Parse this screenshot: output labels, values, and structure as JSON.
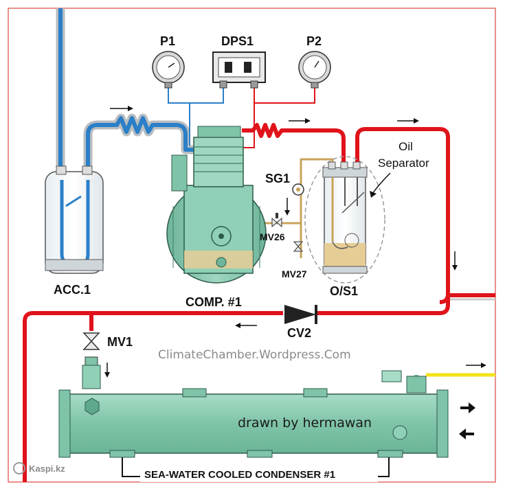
{
  "labels": {
    "p1": "P1",
    "dps1": "DPS1",
    "p2": "P2",
    "sg1": "SG1",
    "oil_separator_line1": "Oil",
    "oil_separator_line2": "Separator",
    "acc1": "ACC.1",
    "comp1": "COMP. #1",
    "mv26": "MV26",
    "mv27": "MV27",
    "os1": "O/S1",
    "cv2": "CV2",
    "mv1": "MV1",
    "watermark": "ClimateChamber.Wordpress.Com",
    "credit": "drawn by hermawan",
    "condenser": "SEA-WATER COOLED CONDENSER #1",
    "logo": "Kaspi.kz"
  },
  "colors": {
    "high_pressure_line": "#e0131b",
    "low_pressure_line": "#2a7fc8",
    "oil_line": "#c8a35a",
    "water_line": "#f2e21a",
    "equipment": "#8fd0b6",
    "equipment_dark": "#5ea88c",
    "oil": "#e6cd96",
    "border": "#d9463f"
  },
  "icons": [
    "pressure-gauge-icon",
    "flow-arrow-icon",
    "valve-icon",
    "check-valve-icon",
    "sight-glass-icon"
  ]
}
